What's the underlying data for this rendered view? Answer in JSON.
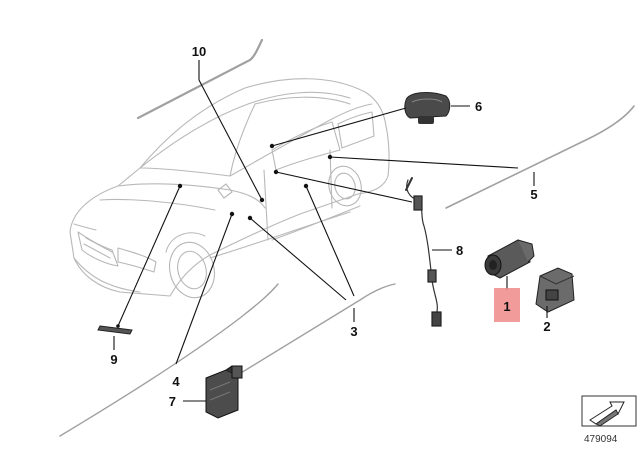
{
  "diagram": {
    "callouts": [
      {
        "id": "c1",
        "text": "1",
        "highlighted": true
      },
      {
        "id": "c2",
        "text": "2"
      },
      {
        "id": "c3",
        "text": "3"
      },
      {
        "id": "c4",
        "text": "4"
      },
      {
        "id": "c5",
        "text": "5"
      },
      {
        "id": "c6",
        "text": "6"
      },
      {
        "id": "c7",
        "text": "7"
      },
      {
        "id": "c8",
        "text": "8"
      },
      {
        "id": "c9",
        "text": "9"
      },
      {
        "id": "c10",
        "text": "10"
      }
    ],
    "highlight_color": "#f08a8a",
    "document_number": "479094"
  }
}
